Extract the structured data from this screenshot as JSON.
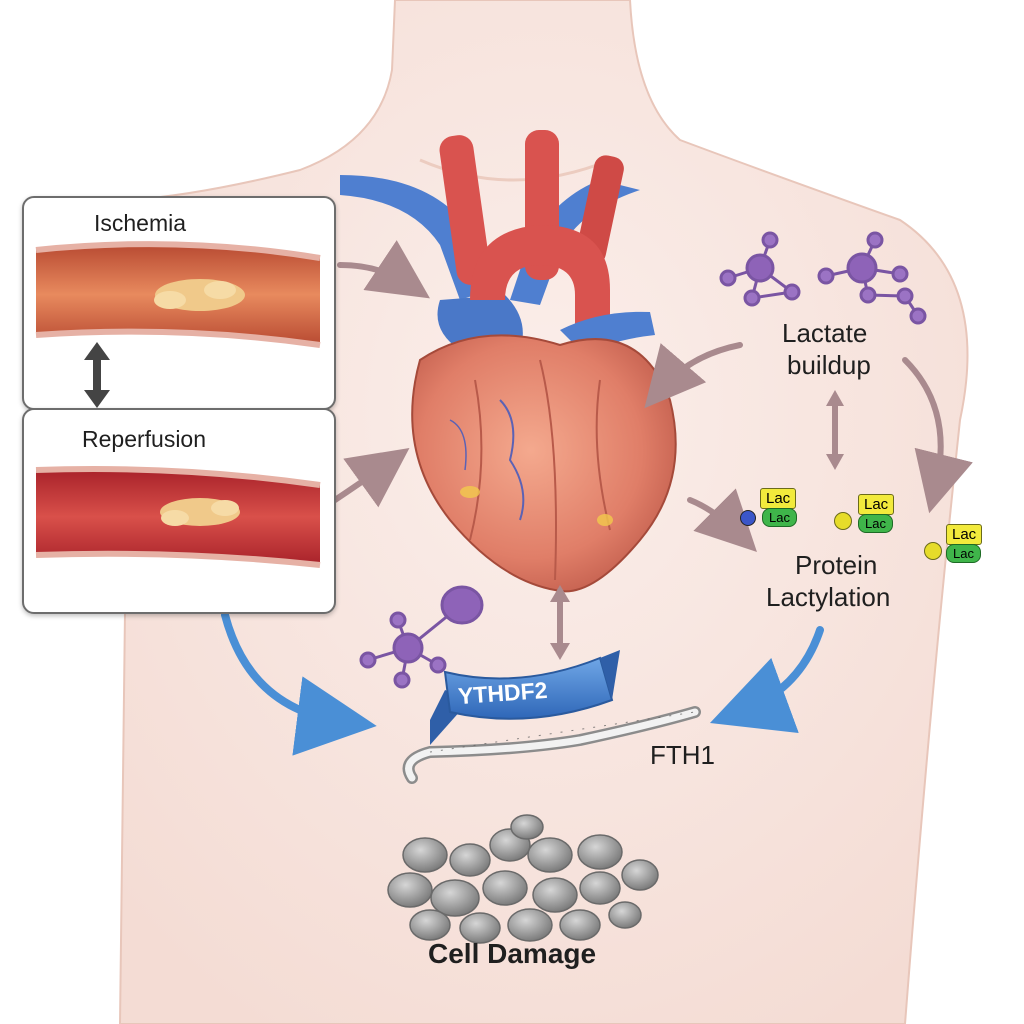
{
  "panels": {
    "ischemia": {
      "title": "Ischemia"
    },
    "reperfusion": {
      "title": "Reperfusion"
    }
  },
  "labels": {
    "lactate_line1": "Lactate",
    "lactate_line2": "buildup",
    "protein_line1": "Protein",
    "protein_line2": "Lactylation",
    "ribbon": "YTHDF2",
    "mrna": "FTH1",
    "cell_damage": "Cell Damage"
  },
  "lac_tags": [
    {
      "top": "Lac",
      "bottom": "Lac"
    },
    {
      "top": "Lac",
      "bottom": "Lac"
    },
    {
      "top": "Lac",
      "bottom": "Lac"
    }
  ],
  "colors": {
    "skin": "#f7e3dc",
    "artery_red": "#d9534f",
    "vein_blue": "#4f7fd0",
    "heart": "#e8866f",
    "molecule": "#8e63b8",
    "ribbon": "#3f7fcf",
    "arrow_mauve": "#a98a8e",
    "arrow_blue": "#4a8fd6",
    "lac_yellow": "#f2ea3c",
    "lac_green": "#3fb54a"
  }
}
